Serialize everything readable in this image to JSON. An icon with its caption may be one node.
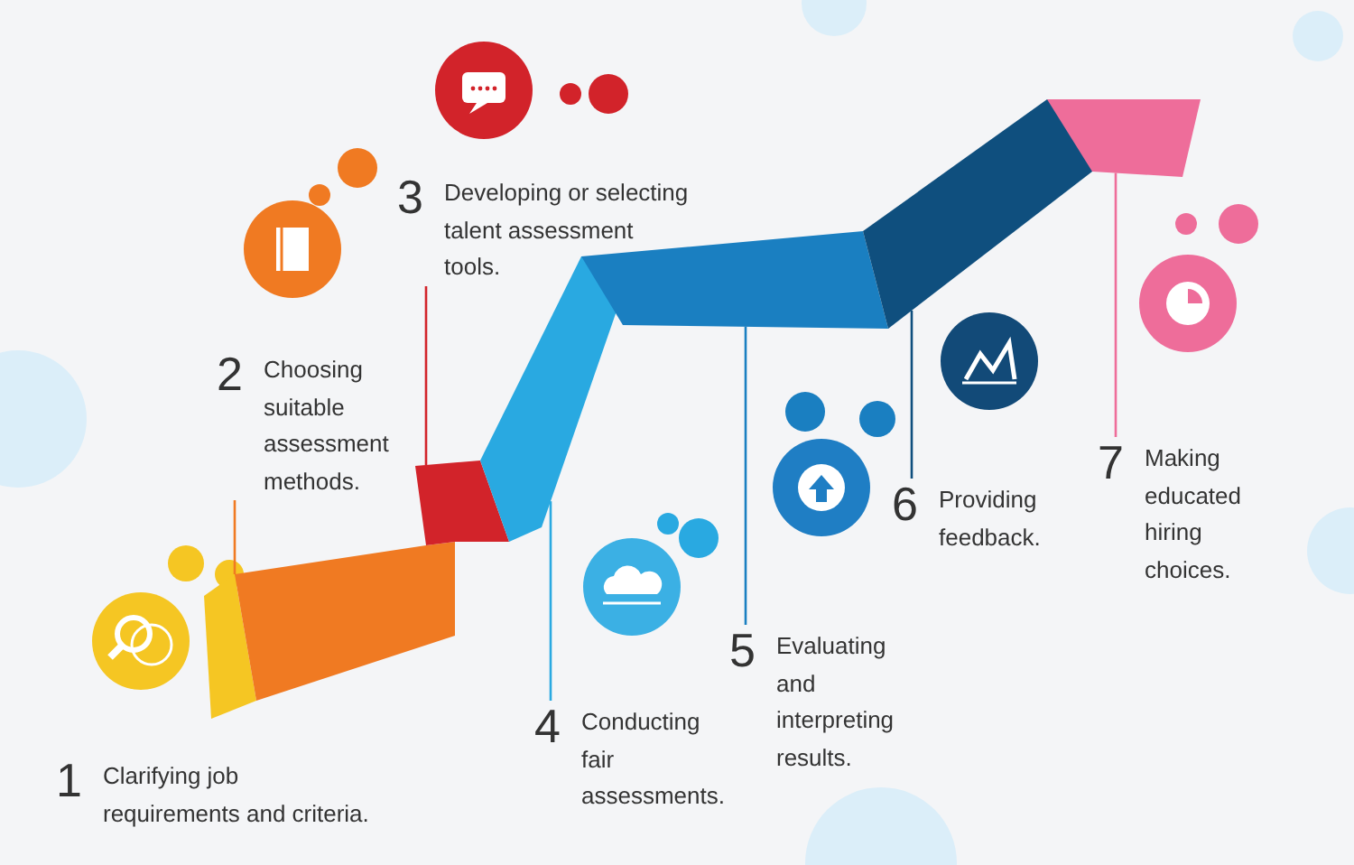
{
  "diagram": {
    "nodes": [
      {
        "text": [],
        "shape": "bar"
      },
      {
        "text": [],
        "shape": "bar"
      },
      {
        "text": [],
        "shape": "bar"
      },
      {
        "text": [],
        "shape": "bar"
      },
      {
        "text": [],
        "shape": "bar"
      },
      {
        "text": [],
        "shape": "bar"
      },
      {
        "text": [],
        "shape": "bar"
      },
      {
        "text": [
          "1",
          "Clarifying job requirements and criteria."
        ]
      },
      {
        "text": [
          "2",
          "Choosing suitable assessment methods."
        ]
      },
      {
        "text": [
          "3",
          "Developing or selecting talent assessment tools."
        ]
      },
      {
        "text": [
          "4",
          "Conducting fair assessments."
        ]
      },
      {
        "text": [
          "5",
          "Evaluating and interpreting results."
        ]
      },
      {
        "text": [
          "6",
          "Providing feedback."
        ]
      },
      {
        "text": [
          "7",
          "Making educated hiring choices."
        ]
      }
    ],
    "edges": [
      {
        "from": 8,
        "to": 1,
        "arrow": "none",
        "color": "#f07a22"
      },
      {
        "from": 9,
        "to": 2,
        "arrow": "none",
        "color": "#d2232a"
      },
      {
        "from": 10,
        "to": 3,
        "arrow": "none",
        "color": "#29a9e1"
      },
      {
        "from": 11,
        "to": 4,
        "arrow": "none",
        "color": "#1a7fc1"
      },
      {
        "from": 12,
        "to": 5,
        "arrow": "none",
        "color": "#0f4f7e"
      },
      {
        "from": 13,
        "to": 6,
        "arrow": "none",
        "color": "#ee6d9a"
      }
    ]
  }
}
